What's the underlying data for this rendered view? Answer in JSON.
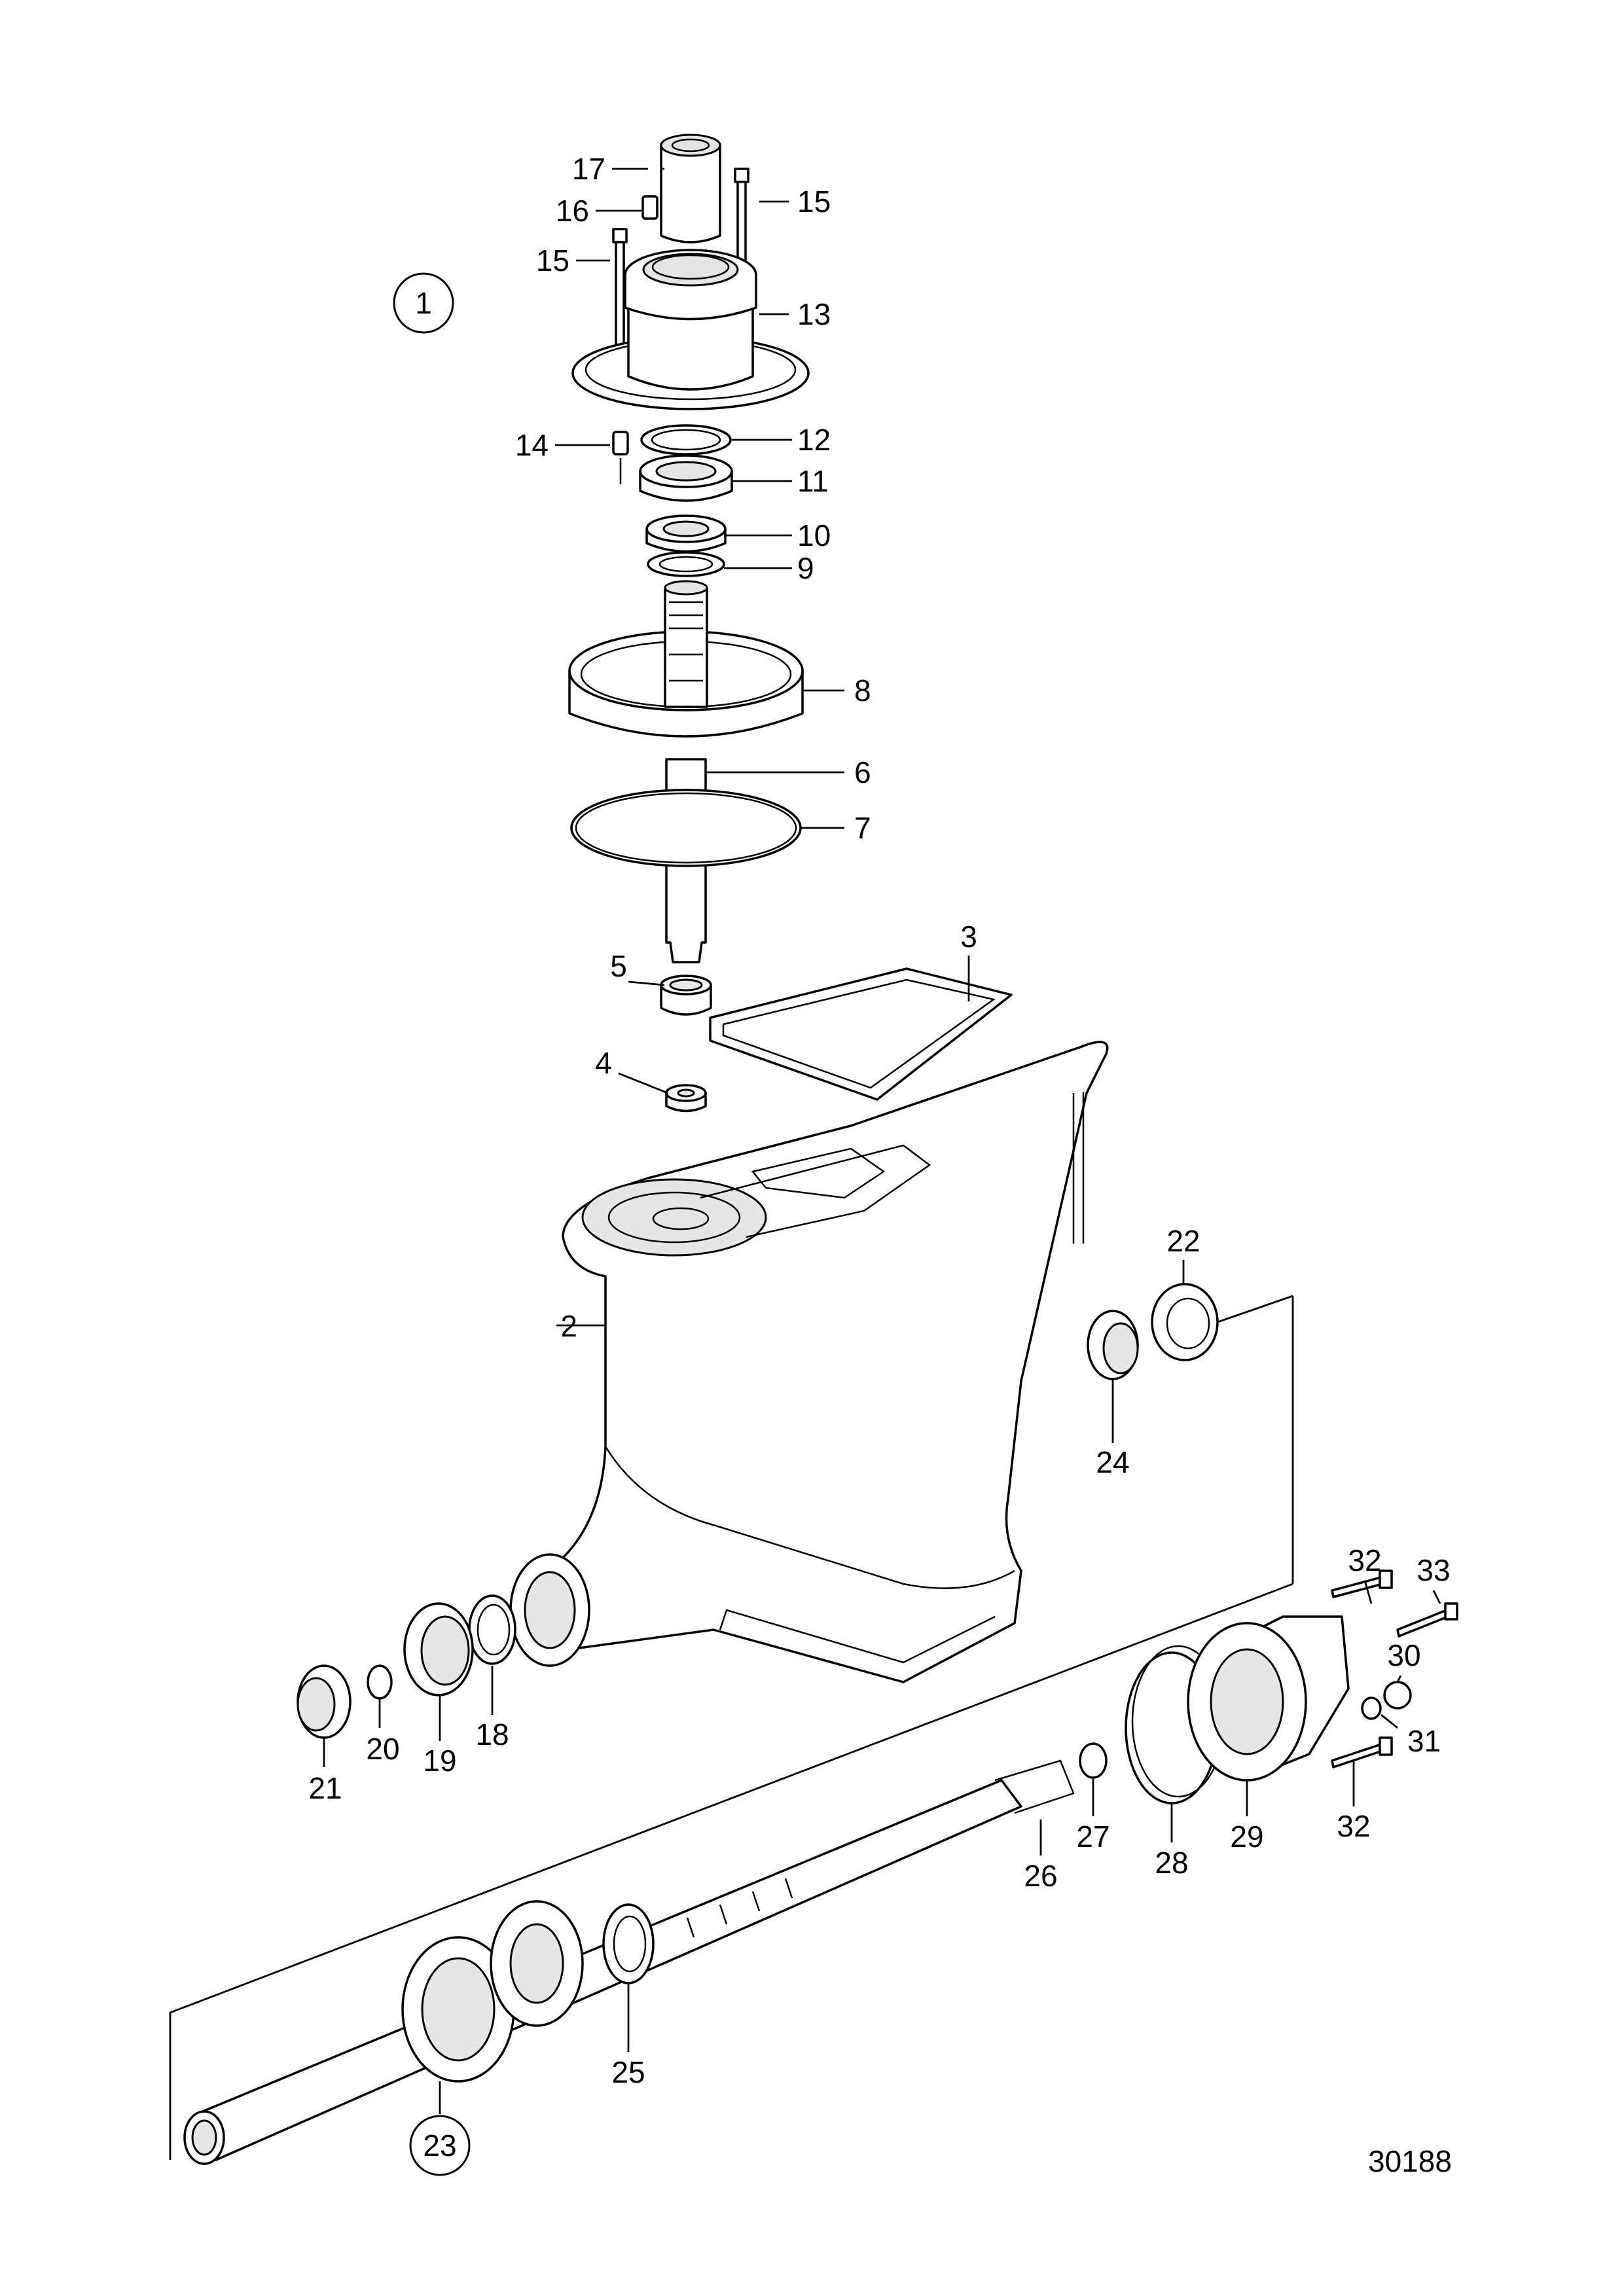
{
  "figure_id": "30188",
  "group_callouts": {
    "top": "1",
    "shaft": "23"
  },
  "part_numbers": [
    "2",
    "3",
    "4",
    "5",
    "6",
    "7",
    "8",
    "9",
    "10",
    "11",
    "12",
    "13",
    "14",
    "15",
    "16",
    "17",
    "18",
    "19",
    "20",
    "21",
    "22",
    "24",
    "25",
    "26",
    "27",
    "28",
    "29",
    "30",
    "31",
    "32",
    "33"
  ],
  "icons": [
    "exploded-parts-drawing"
  ],
  "colors": {
    "ink": "#000000",
    "paper": "#ffffff"
  }
}
